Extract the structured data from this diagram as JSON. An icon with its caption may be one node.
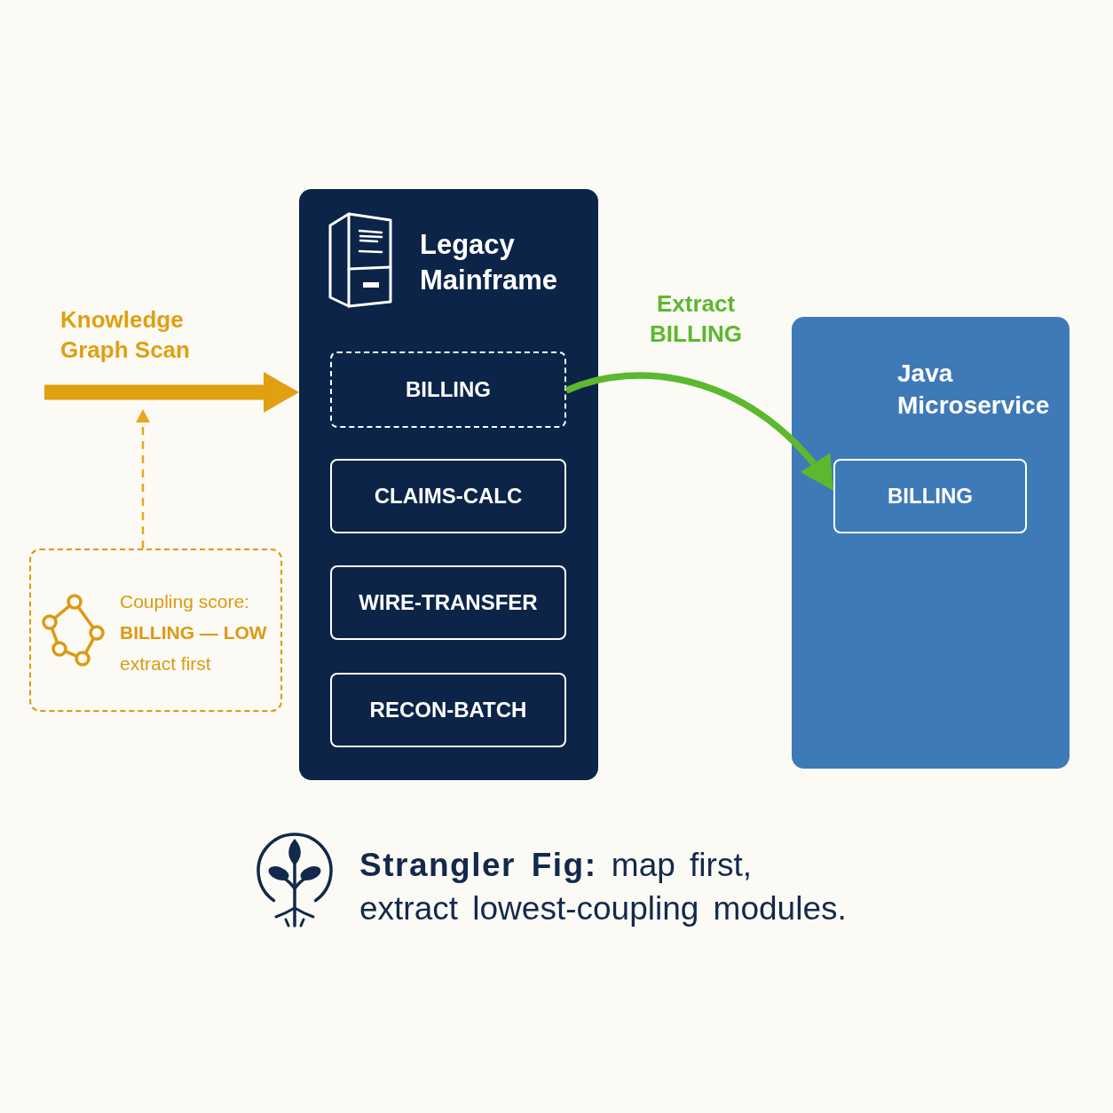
{
  "diagram": {
    "caption": "**Strangler Fig:** map first, extract lowest-coupling modules.",
    "nodes": [
      {
        "text": [
          "Legacy Mainframe"
        ]
      },
      {
        "text": [
          "BILLING"
        ],
        "in": 0
      },
      {
        "text": [
          "CLAIMS-CALC"
        ],
        "in": 0
      },
      {
        "text": [
          "WIRE-TRANSFER"
        ],
        "in": 0
      },
      {
        "text": [
          "RECON-BATCH"
        ],
        "in": 0
      },
      {
        "text": [
          "Java Microservice"
        ]
      },
      {
        "text": [
          "BILLING"
        ],
        "in": 5
      },
      {
        "text": [
          "Coupling score: **BILLING — LOW** extract first"
        ]
      }
    ],
    "edges": [
      {
        "from": null,
        "to": 0,
        "arrow": "to",
        "label": "Knowledge Graph Scan",
        "style": "thick",
        "color": "#e0a010"
      },
      {
        "from": 7,
        "to": null,
        "arrow": "to",
        "style": "dashed",
        "color": "#e9a81c"
      },
      {
        "from": 1,
        "to": 6,
        "arrow": "to",
        "label": "Extract BILLING",
        "color": "#5cb82e"
      }
    ]
  }
}
